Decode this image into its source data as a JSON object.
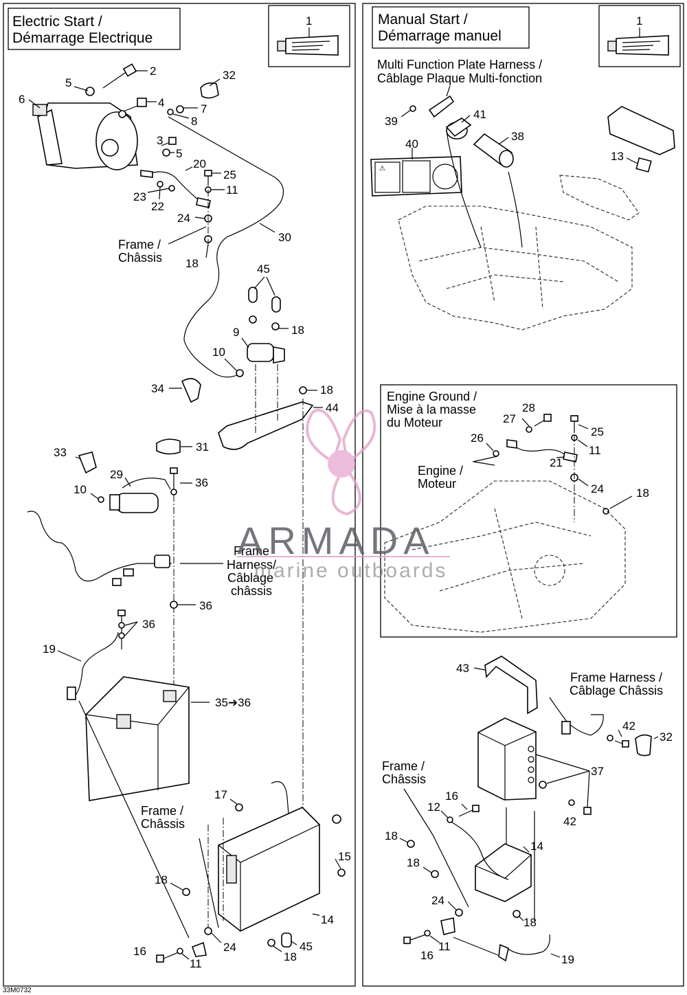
{
  "left_panel": {
    "title_line1": "Electric Start /",
    "title_line2": "Démarrage Electrique",
    "tube_ref": "1",
    "frame_label_line1": "Frame /",
    "frame_label_line2": "Châssis",
    "frame_harness_line1": "Frame",
    "frame_harness_line2": "Harness/",
    "frame_harness_line3": "Câblage",
    "frame_harness_line4": "châssis",
    "battery_ref": "35➔36"
  },
  "right_panel": {
    "title_line1": "Manual Start /",
    "title_line2": "Démarrage manuel",
    "tube_ref": "1",
    "mfp_line1": "Multi Function Plate Harness /",
    "mfp_line2": "Câblage Plaque Multi-fonction",
    "engine_ground_line1": "Engine Ground /",
    "engine_ground_line2": "Mise à la masse",
    "engine_ground_line3": "du Moteur",
    "engine_line1": "Engine /",
    "engine_line2": "Moteur",
    "frame_harness_line1": "Frame Harness /",
    "frame_harness_line2": "Câblage Châssis",
    "frame_line1": "Frame /",
    "frame_line2": "Châssis"
  },
  "watermark": {
    "brand": "ARMADA",
    "tagline": "marine outboards"
  },
  "drawing_code": "33M0732",
  "callouts": {
    "l2": "2",
    "l5a": "5",
    "l32": "32",
    "l6": "6",
    "l4": "4",
    "l7": "7",
    "l8": "8",
    "l3": "3",
    "l5b": "5",
    "l20": "20",
    "l25": "25",
    "l11": "11",
    "l23": "23",
    "l22": "22",
    "l24": "24",
    "l30": "30",
    "l18a": "18",
    "l45a": "45",
    "l18b": "18",
    "l9": "9",
    "l10a": "10",
    "l34": "34",
    "l18c": "18",
    "l44": "44",
    "l31": "31",
    "l33": "33",
    "l29": "29",
    "l36a": "36",
    "l10b": "10",
    "l36b": "36",
    "l36c": "36",
    "l19": "19",
    "l17": "17",
    "l15": "15",
    "l18d": "18",
    "l14": "14",
    "l24b": "24",
    "l45b": "45",
    "l18e": "18",
    "l16": "16",
    "l11b": "11",
    "r39": "39",
    "r41": "41",
    "r38": "38",
    "r40": "40",
    "r13": "13",
    "r28": "28",
    "r27": "27",
    "r26": "26",
    "r25": "25",
    "r11": "11",
    "r21": "21",
    "r24": "24",
    "r18": "18",
    "r43": "43",
    "r42a": "42",
    "r32": "32",
    "r37": "37",
    "r42b": "42",
    "r16": "16",
    "r12": "12",
    "r18b": "18",
    "r14": "14",
    "r18c": "18",
    "r24b": "24",
    "r18d": "18",
    "r11b": "11",
    "r16b": "16",
    "r19": "19"
  }
}
